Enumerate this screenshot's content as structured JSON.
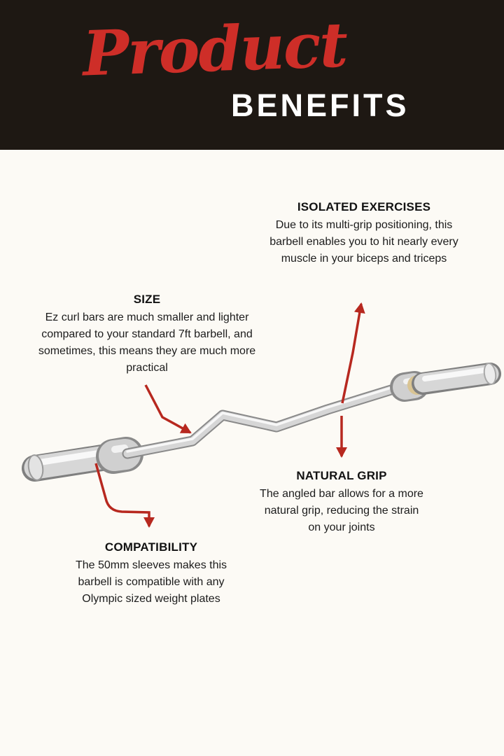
{
  "page": {
    "background_color": "#fcfaf5",
    "accent_color": "#b7281f"
  },
  "header": {
    "background_color": "#1e1813",
    "script_word": "Product",
    "script_color": "#ce2e28",
    "block_word": "BENEFITS",
    "block_color": "#ffffff"
  },
  "illustration": {
    "name": "ez-curl-barbell",
    "description": "chrome EZ curl barbell shown diagonally"
  },
  "callouts": [
    {
      "id": "isolated-exercises",
      "title": "ISOLATED EXERCISES",
      "body": "Due to its multi-grip positioning, this barbell enables you to hit nearly every muscle in your biceps and triceps"
    },
    {
      "id": "size",
      "title": "SIZE",
      "body": "Ez curl bars are much smaller and lighter compared to your standard 7ft barbell, and sometimes, this means they are much more practical"
    },
    {
      "id": "natural-grip",
      "title": "NATURAL GRIP",
      "body": "The angled bar allows for a more natural grip, reducing the strain on your joints"
    },
    {
      "id": "compatibility",
      "title": "COMPATIBILITY",
      "body": "The 50mm sleeves makes this barbell is compatible with any Olympic sized weight plates"
    }
  ]
}
